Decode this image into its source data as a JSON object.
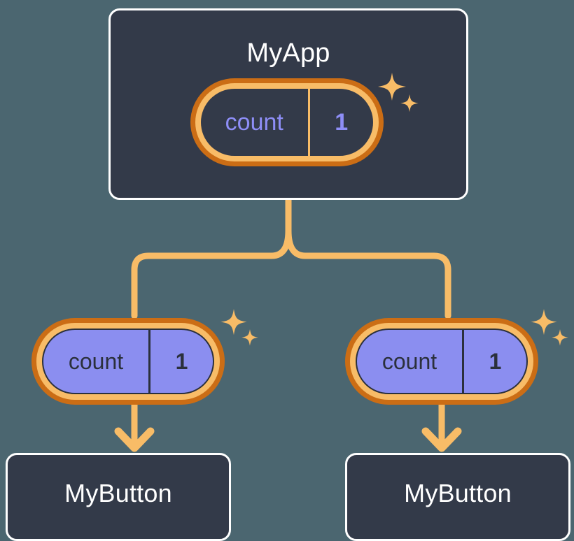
{
  "diagram": {
    "title_semantic": "react-state-propagation-tree",
    "background_color": "#4b6670",
    "accent_orange": "#f8bc67",
    "accent_orange_dark": "#cb6d15",
    "state_purple": "#8b8ef0",
    "panel_navy": "#333a49",
    "text_white": "#ffffff",
    "text_periwinkle": "#8e8ef7",
    "text_dark": "#2b303c"
  },
  "nodes": {
    "parent": {
      "label": "MyApp",
      "state": {
        "key": "count",
        "value": "1"
      }
    },
    "children": [
      {
        "label": "MyButton",
        "state": {
          "key": "count",
          "value": "1"
        }
      },
      {
        "label": "MyButton",
        "state": {
          "key": "count",
          "value": "1"
        }
      }
    ]
  },
  "icons": {
    "sparkle_large": "sparkle-four-point-icon",
    "sparkle_small": "sparkle-four-point-small-icon",
    "arrow_down": "arrow-down-icon",
    "fork_connector": "fork-connector-icon"
  }
}
